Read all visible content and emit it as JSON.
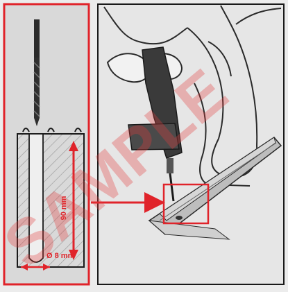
{
  "illustration": {
    "depth_label": "90 mm",
    "diameter_label": "Ø 8 mm",
    "watermark_text": "SAMPLE",
    "colors": {
      "frame_red": "#e0232a",
      "panel_grey": "#d9d9d9",
      "outline": "#1a1a1a",
      "watermark": "#e23b3b"
    },
    "icons": [
      "drill-bit-icon",
      "hammer-drill-icon",
      "rail-profile-icon",
      "arrow-icon"
    ]
  }
}
